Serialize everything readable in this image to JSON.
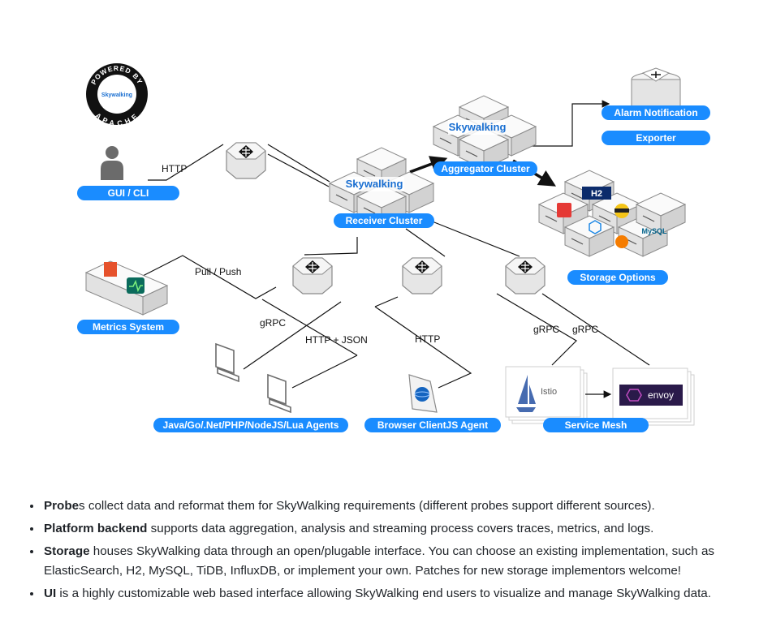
{
  "badge": {
    "top_text": "POWERED BY",
    "bottom_text": "APACHE",
    "brand": "Skywalking"
  },
  "brand_logo": "Skywalking",
  "nodes": {
    "gui_cli": "GUI / CLI",
    "receiver_cluster": "Receiver Cluster",
    "aggregator_cluster": "Aggregator Cluster",
    "alarm_notification": "Alarm Notification",
    "exporter": "Exporter",
    "storage_options": "Storage Options",
    "metrics_system": "Metrics System",
    "agents": "Java/Go/.Net/PHP/NodeJS/Lua Agents",
    "browser_agent": "Browser ClientJS Agent",
    "service_mesh": "Service Mesh"
  },
  "edge_labels": {
    "http_gui": "HTTP",
    "pull_push": "Pull / Push",
    "grpc_agents": "gRPC",
    "http_json": "HTTP + JSON",
    "http_browser": "HTTP",
    "grpc_mesh_1": "gRPC",
    "grpc_mesh_2": "gRPC"
  },
  "storage_logos": {
    "h2": "H2",
    "mysql": "MySQL"
  },
  "mesh": {
    "istio": "Istio",
    "envoy": "envoy"
  },
  "colors": {
    "pill_blue": "#1a8cff",
    "line": "#111111",
    "text": "#1f2328"
  },
  "notes": [
    {
      "bold": "Probe",
      "text": "s collect data and reformat them for SkyWalking requirements (different probes support different sources)."
    },
    {
      "bold": "Platform backend",
      "text": " supports data aggregation, analysis and streaming process covers traces, metrics, and logs."
    },
    {
      "bold": "Storage",
      "text": " houses SkyWalking data through an open/plugable interface. You can choose an existing implementation, such as ElasticSearch, H2, MySQL, TiDB, InfluxDB, or implement your own. Patches for new storage implementors welcome!"
    },
    {
      "bold": "UI",
      "text": " is a highly customizable web based interface allowing SkyWalking end users to visualize and manage SkyWalking data."
    }
  ]
}
